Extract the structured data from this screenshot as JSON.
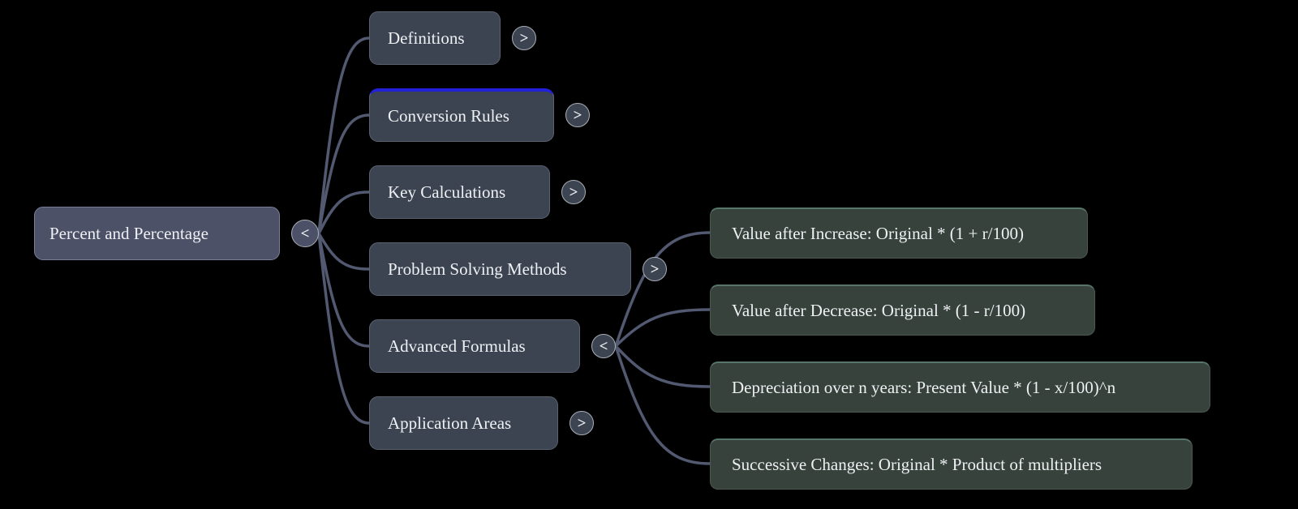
{
  "colors": {
    "background": "#000000",
    "root_fill": "#4c5168",
    "root_border": "#787e97",
    "branch_fill": "#3d4451",
    "branch_border": "#5a6270",
    "leaf_fill": "#37423c",
    "leaf_border": "#4c5951",
    "leaf_top_border": "#57756a",
    "highlight": "#2121d8",
    "edge": "#525970",
    "text": "#eef0f3",
    "toggle_border": "#a9aeb8"
  },
  "mindmap": {
    "root": {
      "label": "Percent and Percentage",
      "toggle": "<"
    },
    "branches": [
      {
        "label": "Definitions",
        "toggle": ">"
      },
      {
        "label": "Conversion Rules",
        "toggle": ">",
        "highlighted": true
      },
      {
        "label": "Key Calculations",
        "toggle": ">"
      },
      {
        "label": "Problem Solving Methods",
        "toggle": ">"
      },
      {
        "label": "Advanced Formulas",
        "toggle": "<",
        "expanded": true
      },
      {
        "label": "Application Areas",
        "toggle": ">"
      }
    ],
    "advanced_formulas_children": [
      {
        "label": "Value after Increase: Original * (1 + r/100)"
      },
      {
        "label": "Value after Decrease: Original * (1 - r/100)"
      },
      {
        "label": "Depreciation over n years: Present Value * (1 - x/100)^n"
      },
      {
        "label": "Successive Changes: Original * Product of multipliers"
      }
    ]
  }
}
